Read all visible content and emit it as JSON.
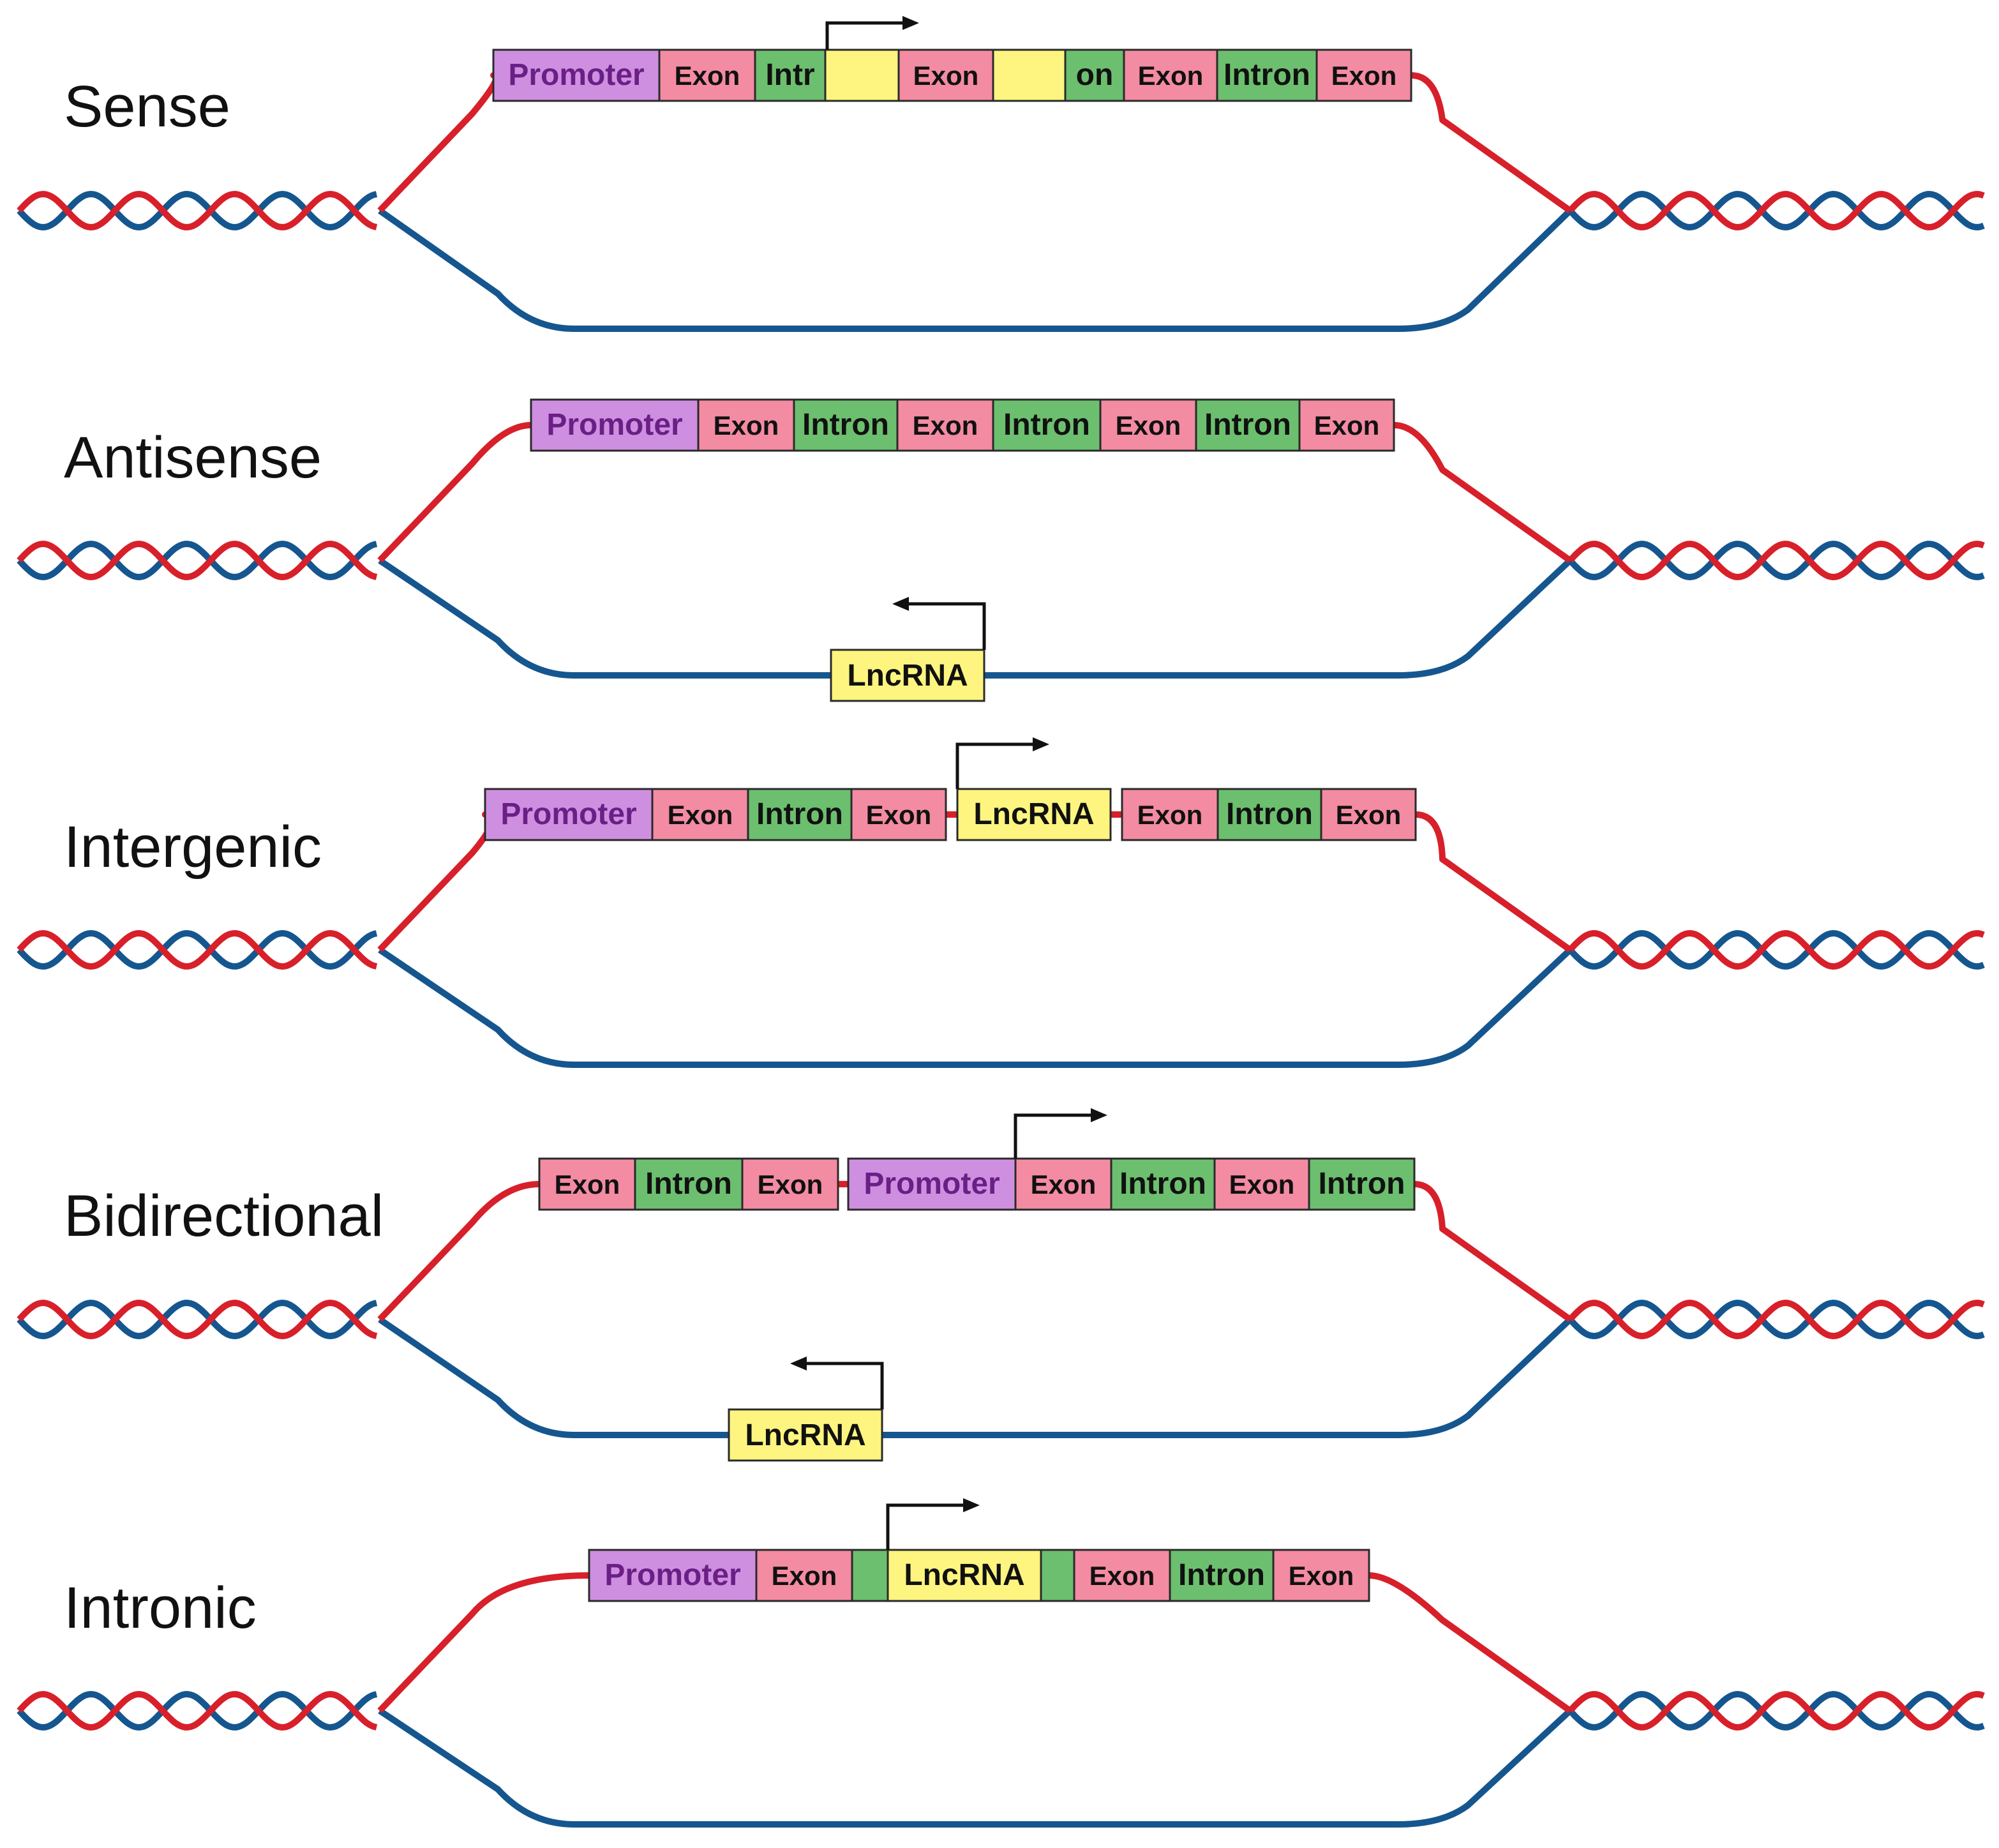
{
  "colors": {
    "red_strand": "#d7202a",
    "blue_strand": "#15568f",
    "promoter_fill": "#cf8fe0",
    "promoter_text": "#6a1f86",
    "exon_fill": "#f38ba2",
    "intron_fill": "#6cbf6e",
    "lncrna_fill": "#fdf57f",
    "text": "#111111",
    "outline": "#2a2a2a",
    "arrow": "#111111"
  },
  "panels": [
    {
      "label": "Sense",
      "top_segments": [
        {
          "type": "promoter",
          "text": "Promoter"
        },
        {
          "type": "exon",
          "text": "Exon"
        },
        {
          "type": "intron",
          "text": "Intr"
        },
        {
          "type": "lncrna",
          "text": ""
        },
        {
          "type": "exon",
          "text": "Exon"
        },
        {
          "type": "lncrna",
          "text": ""
        },
        {
          "type": "intron",
          "text": "on"
        },
        {
          "type": "exon",
          "text": "Exon"
        },
        {
          "type": "intron",
          "text": "Intron"
        },
        {
          "type": "exon",
          "text": "Exon"
        }
      ],
      "bottom_segments": []
    },
    {
      "label": "Antisense",
      "top_segments": [
        {
          "type": "promoter",
          "text": "Promoter"
        },
        {
          "type": "exon",
          "text": "Exon"
        },
        {
          "type": "intron",
          "text": "Intron"
        },
        {
          "type": "exon",
          "text": "Exon"
        },
        {
          "type": "intron",
          "text": "Intron"
        },
        {
          "type": "exon",
          "text": "Exon"
        },
        {
          "type": "intron",
          "text": "Intron"
        },
        {
          "type": "exon",
          "text": "Exon"
        }
      ],
      "bottom_segments": [
        {
          "type": "lncrna",
          "text": "LncRNA"
        }
      ]
    },
    {
      "label": "Intergenic",
      "top_segments": [
        {
          "type": "promoter",
          "text": "Promoter"
        },
        {
          "type": "exon",
          "text": "Exon"
        },
        {
          "type": "intron",
          "text": "Intron"
        },
        {
          "type": "exon",
          "text": "Exon"
        },
        {
          "type": "lncrna",
          "text": "LncRNA"
        },
        {
          "type": "exon",
          "text": "Exon"
        },
        {
          "type": "intron",
          "text": "Intron"
        },
        {
          "type": "exon",
          "text": "Exon"
        }
      ],
      "bottom_segments": []
    },
    {
      "label": "Bidirectional",
      "top_segments": [
        {
          "type": "exon",
          "text": "Exon"
        },
        {
          "type": "intron",
          "text": "Intron"
        },
        {
          "type": "exon",
          "text": "Exon"
        },
        {
          "type": "promoter",
          "text": "Promoter"
        },
        {
          "type": "exon",
          "text": "Exon"
        },
        {
          "type": "intron",
          "text": "Intron"
        },
        {
          "type": "exon",
          "text": "Exon"
        },
        {
          "type": "intron",
          "text": "Intron"
        }
      ],
      "bottom_segments": [
        {
          "type": "lncrna",
          "text": "LncRNA"
        }
      ]
    },
    {
      "label": "Intronic",
      "top_segments": [
        {
          "type": "promoter",
          "text": "Promoter"
        },
        {
          "type": "exon",
          "text": "Exon"
        },
        {
          "type": "intron",
          "text": ""
        },
        {
          "type": "lncrna",
          "text": "LncRNA"
        },
        {
          "type": "intron",
          "text": ""
        },
        {
          "type": "exon",
          "text": "Exon"
        },
        {
          "type": "intron",
          "text": "Intron"
        },
        {
          "type": "exon",
          "text": "Exon"
        }
      ],
      "bottom_segments": []
    }
  ]
}
